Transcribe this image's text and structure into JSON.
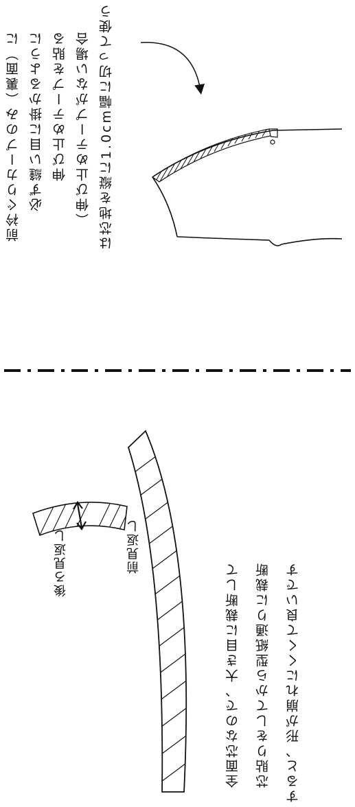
{
  "top_note": {
    "lines": [
      "前衿ぐりカーブのみ（裏面）に",
      "必ず縫い目に掛かるように",
      "伸び止めテープを貼る",
      "（伸び止めテープがない場合",
      "は芯地を縦に1.0cm幅に切って使う"
    ]
  },
  "bottom_note": {
    "lines": [
      "全面芯なので、大き目に裁断して",
      "芯貼りをしてから型紙通りに裁断",
      "すると、形が崩れにくくて良いです"
    ]
  },
  "labels": {
    "back_facing": "後ろ見返し",
    "front_facing": "前見返し"
  },
  "colors": {
    "ink": "#111111",
    "background": "#ffffff"
  }
}
